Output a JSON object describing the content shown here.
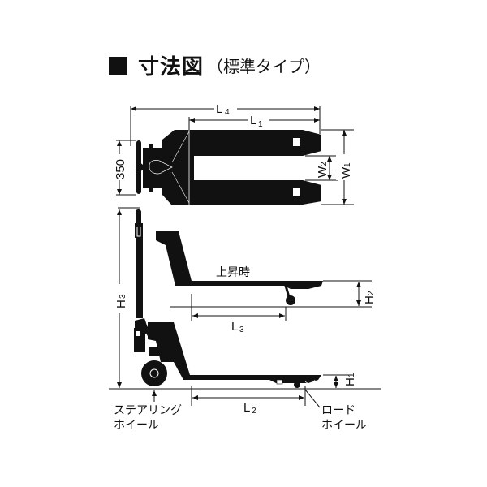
{
  "title": {
    "main": "寸法図",
    "sub": "（標準タイプ）"
  },
  "top_view": {
    "dimensions": {
      "L4": {
        "letter": "L",
        "sub": "4"
      },
      "L1": {
        "letter": "L",
        "sub": "1"
      },
      "W1": {
        "letter": "W",
        "sub": "1"
      },
      "W2": {
        "letter": "W",
        "sub": "2"
      },
      "handle_width": "350"
    }
  },
  "side_view": {
    "raised_label": "上昇時",
    "dimensions": {
      "H3": {
        "letter": "H",
        "sub": "3"
      },
      "H2": {
        "letter": "H",
        "sub": "2"
      },
      "H1": {
        "letter": "H",
        "sub": "1"
      },
      "L3": {
        "letter": "L",
        "sub": "3"
      },
      "L2": {
        "letter": "L",
        "sub": "2"
      }
    },
    "callouts": {
      "steering_wheel_line1": "ステアリング",
      "steering_wheel_line2": "ホイール",
      "load_wheel_line1": "ロード",
      "load_wheel_line2": "ホイール"
    }
  },
  "colors": {
    "ink": "#111111",
    "background": "#ffffff"
  }
}
